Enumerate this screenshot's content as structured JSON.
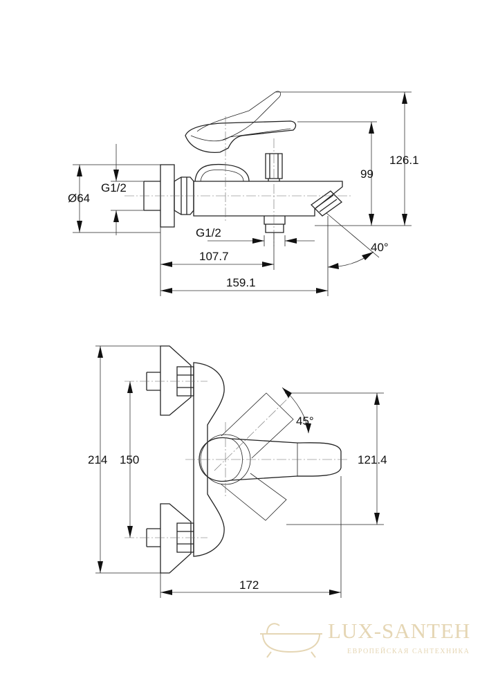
{
  "side_view": {
    "height_total": "126.1",
    "height_spout": "99",
    "diameter_flange": "Ø64",
    "thread_inlet": "G1/2",
    "thread_outlet": "G1/2",
    "length_diverter": "107.7",
    "length_total": "159.1",
    "spout_angle": "40°"
  },
  "top_view": {
    "height_total": "214",
    "inlet_spacing": "150",
    "lever_span": "121.4",
    "lever_angle": "45°",
    "width_total": "172"
  },
  "watermark": {
    "brand": "LUX-SANTEH",
    "tagline": "ЕВРОПЕЙСКАЯ САНТЕХНИКА",
    "icon": "bathtub-icon"
  }
}
